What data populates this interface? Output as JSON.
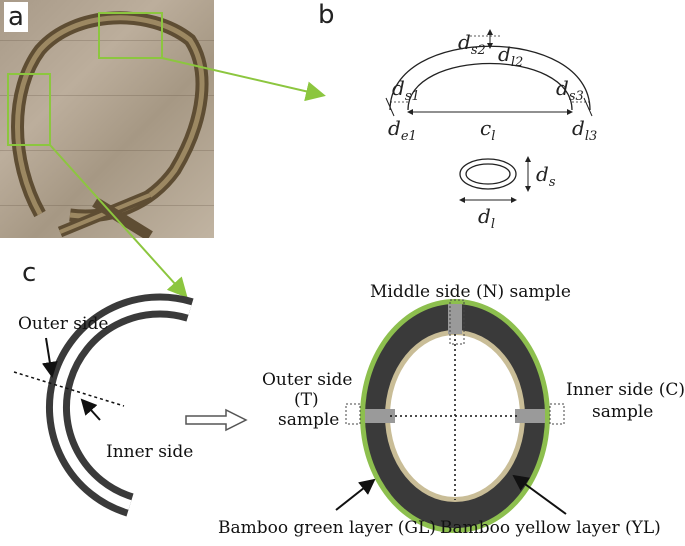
{
  "panels": {
    "a": "a",
    "b": "b",
    "c": "c"
  },
  "dimensions": {
    "ds2": "s2",
    "dl2": "l2",
    "ds1": "s1",
    "ds3": "s3",
    "de1": "e1",
    "cl": "l",
    "dl3": "l3",
    "ds": "s",
    "dl": "l",
    "d": "d",
    "c": "c"
  },
  "labels": {
    "outer_side": "Outer side",
    "inner_side": "Inner side",
    "middle_sample": "Middle side (N) sample",
    "outer_sample_1": "Outer side",
    "outer_sample_2": "(T)",
    "outer_sample_3": "sample",
    "inner_sample_1": "Inner side (C)",
    "inner_sample_2": "sample",
    "green_layer": "Bamboo green layer (GL)",
    "yellow_layer": "Bamboo yellow layer (YL)"
  },
  "colors": {
    "highlight": "#8cc63f",
    "green_layer": "#8dbf4e",
    "yellow_layer": "#c9bd97",
    "wall": "#3a3a3a",
    "sample": "#9a9a9a"
  }
}
